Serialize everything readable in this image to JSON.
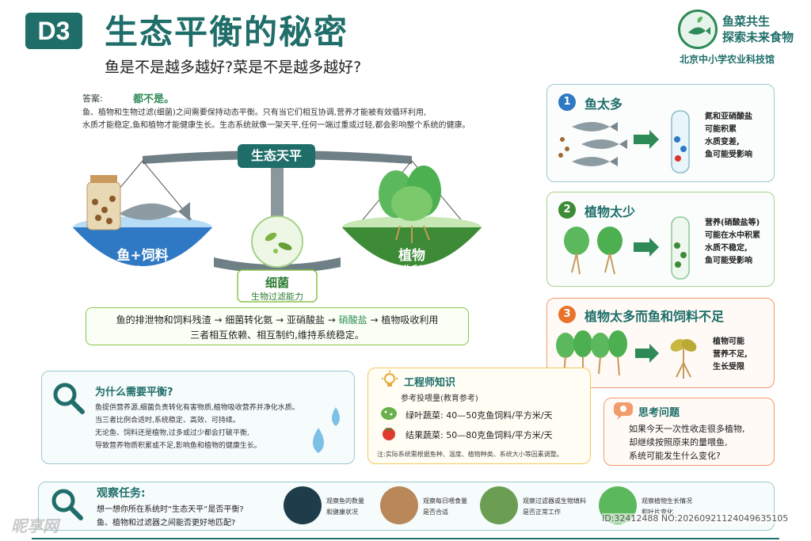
{
  "header": {
    "badge": "D3",
    "title": "生态平衡的秘密",
    "subtitle": "鱼是不是越多越好?菜是不是越多越好?",
    "logo_line1": "鱼菜共生",
    "logo_line2": "探索未来食物",
    "org": "北京中小学农业科技馆"
  },
  "answer": {
    "label": "答案:",
    "value": "都不是。",
    "lines": [
      "鱼、植物和生物过滤(细菌)之间需要保持动态平衡。只有当它们相互协调,营养才能被有效循环利用,",
      "水质才能稳定,鱼和植物才能健康生长。生态系统就像一架天平,任何一端过重或过轻,都会影响整个系统的健康。"
    ]
  },
  "balance": {
    "label": "生态天平",
    "left_line1": "鱼+饲料",
    "left_line2": "输入",
    "right_line1": "植物",
    "right_line2": "吸收利用",
    "center_line1": "细菌",
    "center_line2": "生物过滤能力"
  },
  "flow": {
    "part1": "鱼的排泄物和饲料残渣 → 细菌转化氨 → 亚硝酸盐 → ",
    "highlight": "硝酸盐",
    "part2": " → 植物吸收利用",
    "line2": "三者相互依赖、相互制约,维持系统稳定。"
  },
  "cards": [
    {
      "num": "1",
      "title": "鱼太多",
      "lines": [
        "氮和亚硝酸盐",
        "可能积累",
        "水质变差,",
        "鱼可能受影响"
      ]
    },
    {
      "num": "2",
      "title": "植物太少",
      "lines": [
        "营养(硝酸盐等)",
        "可能在水中积累",
        "水质不稳定,",
        "鱼可能受影响"
      ]
    },
    {
      "num": "3",
      "title": "植物太多而鱼和饲料不足",
      "lines": [
        "植物可能",
        "营养不足,",
        "生长受限"
      ]
    }
  ],
  "why": {
    "title": "为什么需要平衡?",
    "lines": [
      "鱼提供营养源,细菌负责转化有害物质,植物吸收营养并净化水质。",
      "当三者比例合适时,系统稳定、高效、可持续。",
      "无论鱼、饲料还是植物,过多或过少都会打破平衡,",
      "导致营养物质积累或不足,影响鱼和植物的健康生长。"
    ]
  },
  "engineer": {
    "title": "工程师知识",
    "subtitle": "参考投喂量(教育参考)",
    "row1": "绿叶蔬菜: 40—50克鱼饲料/平方米/天",
    "row2": "结果蔬菜: 50—80克鱼饲料/平方米/天",
    "note": "注:实际系统需根据鱼种、温度、植物种类、系统大小等因素调整。"
  },
  "think": {
    "title": "思考问题",
    "lines": [
      "如果今天一次性收走很多植物,",
      "却继续按照原来的量喂鱼,",
      "系统可能发生什么变化?"
    ]
  },
  "observe": {
    "title": "观察任务:",
    "line1": "想一想你所在系统时“生态天平”是否平衡?",
    "line2": "鱼、植物和过滤器之间能否更好地匹配?",
    "items": [
      {
        "line1": "观察鱼的数量",
        "line2": "和健康状况"
      },
      {
        "line1": "观察每日喂食量",
        "line2": "是否合适"
      },
      {
        "line1": "观察过滤器或生物填料",
        "line2": "是否正常工作"
      },
      {
        "line1": "观察植物生长情况",
        "line2": "和叶片变化"
      }
    ]
  },
  "watermark": {
    "site": "昵享网",
    "id": "ID:32412488 NO:20260921124049635105"
  },
  "colors": {
    "primary": "#1f6e6a",
    "green": "#2e8b57",
    "orange": "#e8742c",
    "blue": "#2f79c4"
  }
}
